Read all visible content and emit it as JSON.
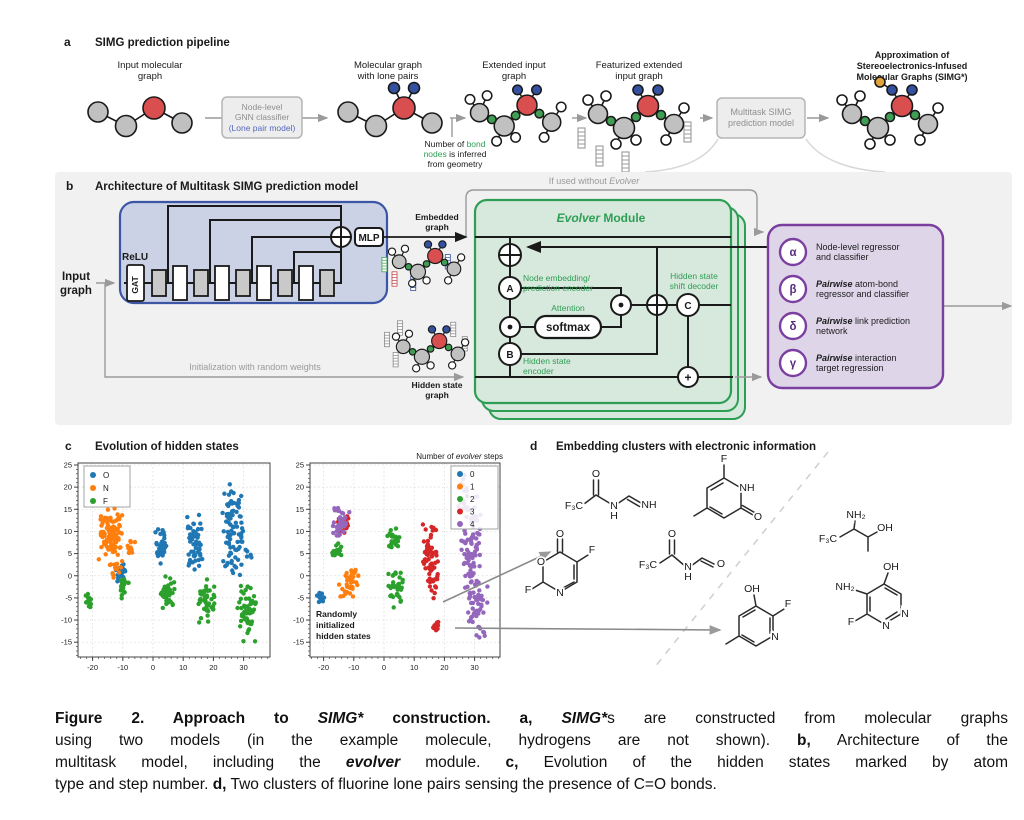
{
  "palette": {
    "panel_bg": "#f1f1f2",
    "gnn_box_fill": "#cbd2e6",
    "gnn_box_stroke": "#3c55a5",
    "evolver_fill": "#d7e8dc",
    "evolver_stroke": "#2f9e55",
    "heads_fill": "#ded5e9",
    "heads_stroke": "#7b3fa0",
    "atom_gray": "#c0c0c0",
    "atom_red": "#d94f4f",
    "lone_pair_blue": "#33519e",
    "bond_green": "#3f9e53",
    "simg_yellow": "#e2a33c",
    "arrow_gray": "#9a9a9a"
  },
  "panel_a": {
    "label": "a",
    "title": "SIMG prediction pipeline",
    "step1": [
      "Input molecular",
      "graph"
    ],
    "box1": [
      "Node-level",
      "GNN classifier"
    ],
    "box1_sub": "(Lone pair model)",
    "step2": [
      "Molecular graph",
      "with lone pairs"
    ],
    "note": {
      "l1a": "Number of ",
      "l1b": "bond",
      "l2a": "nodes",
      "l2b": " is inferred",
      "l3": "from geometry"
    },
    "step3": [
      "Extended input",
      "graph"
    ],
    "step4": [
      "Featurized extended",
      "input graph"
    ],
    "box2": [
      "Multitask SIMG",
      "prediction model"
    ],
    "step5": [
      "Approximation of",
      "Stereoelectronics-Infused",
      "Molecular Graphs (SIMG*)"
    ]
  },
  "panel_b": {
    "label": "b",
    "title": "Architecture of Multitask SIMG prediction model",
    "input": [
      "Input",
      "graph"
    ],
    "relu": "ReLU",
    "gat": "GAT",
    "mlp": "MLP",
    "embedded": [
      "Embedded",
      "graph"
    ],
    "hidden": [
      "Hidden state",
      "graph"
    ],
    "init": "Initialization with random weights",
    "bypass_a": "If used without ",
    "bypass_b": "Evolver",
    "evolver_a": "Evolver",
    "evolver_b": " Module",
    "enc1": [
      "Node embedding/",
      "prediction encoder"
    ],
    "attention": "Attention",
    "softmax": "softmax",
    "enc2": [
      "Hidden state",
      "encoder"
    ],
    "dec": [
      "Hidden state",
      "shift decoder"
    ],
    "ops": {
      "a": "A",
      "b": "B",
      "c": "C",
      "plus": "+"
    },
    "heads": [
      {
        "sym": "α",
        "l1a": "",
        "l1b": "Node-level regressor",
        "l2": "and classifier"
      },
      {
        "sym": "β",
        "l1a": "Pairwise",
        "l1b": " atom-bond",
        "l2": "regressor and classifier"
      },
      {
        "sym": "δ",
        "l1a": "Pairwise",
        "l1b": " link prediction",
        "l2": "network"
      },
      {
        "sym": "γ",
        "l1a": "Pairwise",
        "l1b": " interaction",
        "l2": "target regression"
      }
    ]
  },
  "panel_c": {
    "label": "c",
    "title": "Evolution of hidden states"
  },
  "chart_data": [
    {
      "type": "scatter",
      "title": "",
      "xlabel": "",
      "ylabel": "",
      "x_ticks": [
        -20,
        -10,
        0,
        10,
        20,
        30
      ],
      "y_ticks": [
        -15,
        -10,
        -5,
        0,
        5,
        10,
        15,
        20,
        25
      ],
      "x_minor_step": 2,
      "y_minor_step": 1,
      "xlim": [
        -24.8,
        38.7
      ],
      "ylim": [
        -18.3,
        25.4
      ],
      "grid": "dotted",
      "legend": {
        "position": "top-left",
        "items": [
          "O",
          "N",
          "F"
        ],
        "colors": [
          "#1f77b4",
          "#ff7f0e",
          "#2ca02c"
        ]
      },
      "series": [
        {
          "name": "O",
          "color": "#1f77b4",
          "clusters": [
            [
              -10.5,
              0.8,
              1.3,
              1.4,
              22
            ],
            [
              2.5,
              6.8,
              1.3,
              2.4,
              40
            ],
            [
              13.8,
              8.5,
              1.7,
              4.2,
              55
            ],
            [
              26.5,
              10,
              2.3,
              6.5,
              85
            ],
            [
              31.5,
              5,
              0.8,
              0.8,
              5
            ]
          ]
        },
        {
          "name": "N",
          "color": "#ff7f0e",
          "clusters": [
            [
              -14,
              9.5,
              2.4,
              3.2,
              95
            ],
            [
              -12.5,
              1.5,
              1.4,
              1.4,
              14
            ],
            [
              -7.5,
              6,
              1,
              1.2,
              10
            ]
          ]
        },
        {
          "name": "F",
          "color": "#2ca02c",
          "clusters": [
            [
              -21,
              -5.5,
              0.8,
              0.9,
              14
            ],
            [
              -10,
              -3,
              1.2,
              1.4,
              22
            ],
            [
              5,
              -4,
              1.4,
              2.3,
              38
            ],
            [
              18,
              -5.5,
              1.6,
              3.2,
              45
            ],
            [
              31,
              -8,
              1.9,
              4.2,
              55
            ]
          ]
        }
      ]
    },
    {
      "type": "scatter",
      "legend_title_a": "Number of ",
      "legend_title_b": "evolver",
      "legend_title_c": " steps",
      "annotation": [
        "Randomly",
        "initialized",
        "hidden states"
      ],
      "x_ticks": [
        -20,
        -10,
        0,
        10,
        20,
        30
      ],
      "y_ticks": [
        -15,
        -10,
        -5,
        0,
        5,
        10,
        15,
        20,
        25
      ],
      "x_minor_step": 2,
      "y_minor_step": 1,
      "xlim": [
        -24.2,
        38.7
      ],
      "ylim": [
        -18.3,
        25.4
      ],
      "grid": "dotted",
      "legend": {
        "position": "top-right",
        "items": [
          "0",
          "1",
          "2",
          "3",
          "4"
        ],
        "colors": [
          "#1f77b4",
          "#ff7f0e",
          "#2ca02c",
          "#d62728",
          "#9467bd"
        ]
      },
      "series": [
        {
          "name": "0",
          "color": "#1f77b4",
          "clusters": [
            [
              -21,
              -5.2,
              0.8,
              0.9,
              14
            ]
          ]
        },
        {
          "name": "1",
          "color": "#ff7f0e",
          "clusters": [
            [
              -11.5,
              -1.5,
              1.9,
              2.2,
              40
            ]
          ]
        },
        {
          "name": "2",
          "color": "#2ca02c",
          "clusters": [
            [
              -15.5,
              5.5,
              1.1,
              1.1,
              16
            ],
            [
              3,
              7.5,
              1.2,
              1.7,
              26
            ],
            [
              4,
              -3,
              1.4,
              2.4,
              34
            ]
          ]
        },
        {
          "name": "3",
          "color": "#d62728",
          "clusters": [
            [
              -13.5,
              11.5,
              1.3,
              1.4,
              12
            ],
            [
              15.5,
              4,
              1.5,
              5.5,
              70
            ],
            [
              17,
              -11,
              1.1,
              0.9,
              10
            ]
          ]
        },
        {
          "name": "4",
          "color": "#9467bd",
          "clusters": [
            [
              -14.5,
              12,
              1.7,
              2,
              34
            ],
            [
              29,
              7,
              2.2,
              6.5,
              85
            ],
            [
              31,
              -8,
              2,
              4,
              50
            ],
            [
              26,
              19,
              1.3,
              2.2,
              18
            ]
          ]
        }
      ]
    }
  ],
  "panel_d": {
    "label": "d",
    "title": "Embedding clusters with electronic information",
    "molecules": {
      "m1": {
        "labels": [
          "F₃C",
          "O",
          "N",
          "H",
          "NH"
        ]
      },
      "m2": {
        "labels": [
          "F",
          "NH",
          "O"
        ]
      },
      "m3": {
        "labels": [
          "NH₂",
          "F₃C",
          "OH"
        ]
      },
      "m4": {
        "labels": [
          "O",
          "F",
          "N",
          "F",
          "O"
        ]
      },
      "m5": {
        "labels": [
          "O",
          "F₃C",
          "N",
          "H",
          "O"
        ]
      },
      "m6": {
        "labels": [
          "OH",
          "F",
          "N"
        ]
      },
      "m7": {
        "labels": [
          "OH",
          "NH₂",
          "F",
          "N",
          "N"
        ]
      }
    }
  },
  "caption": {
    "l1": {
      "s1": "Figure 2. Approach to ",
      "s2": "SIMG*",
      "s3": " construction. ",
      "s4": "a, ",
      "s5": "SIMG*",
      "s6": "s are constructed from molecular graphs"
    },
    "l2": {
      "s1": "using two models (in the example molecule, hydrogens are not shown). ",
      "s2": "b,",
      "s3": " Architecture of the"
    },
    "l3": {
      "s1": "multitask model, including the ",
      "s2": "evolver",
      "s3": " module. ",
      "s4": "c,",
      "s5": " Evolution of the hidden states marked by atom"
    },
    "l4": {
      "s1": "type and step number. ",
      "s2": "d,",
      "s3": " Two clusters of fluorine lone pairs sensing the presence of C=O bonds."
    }
  }
}
